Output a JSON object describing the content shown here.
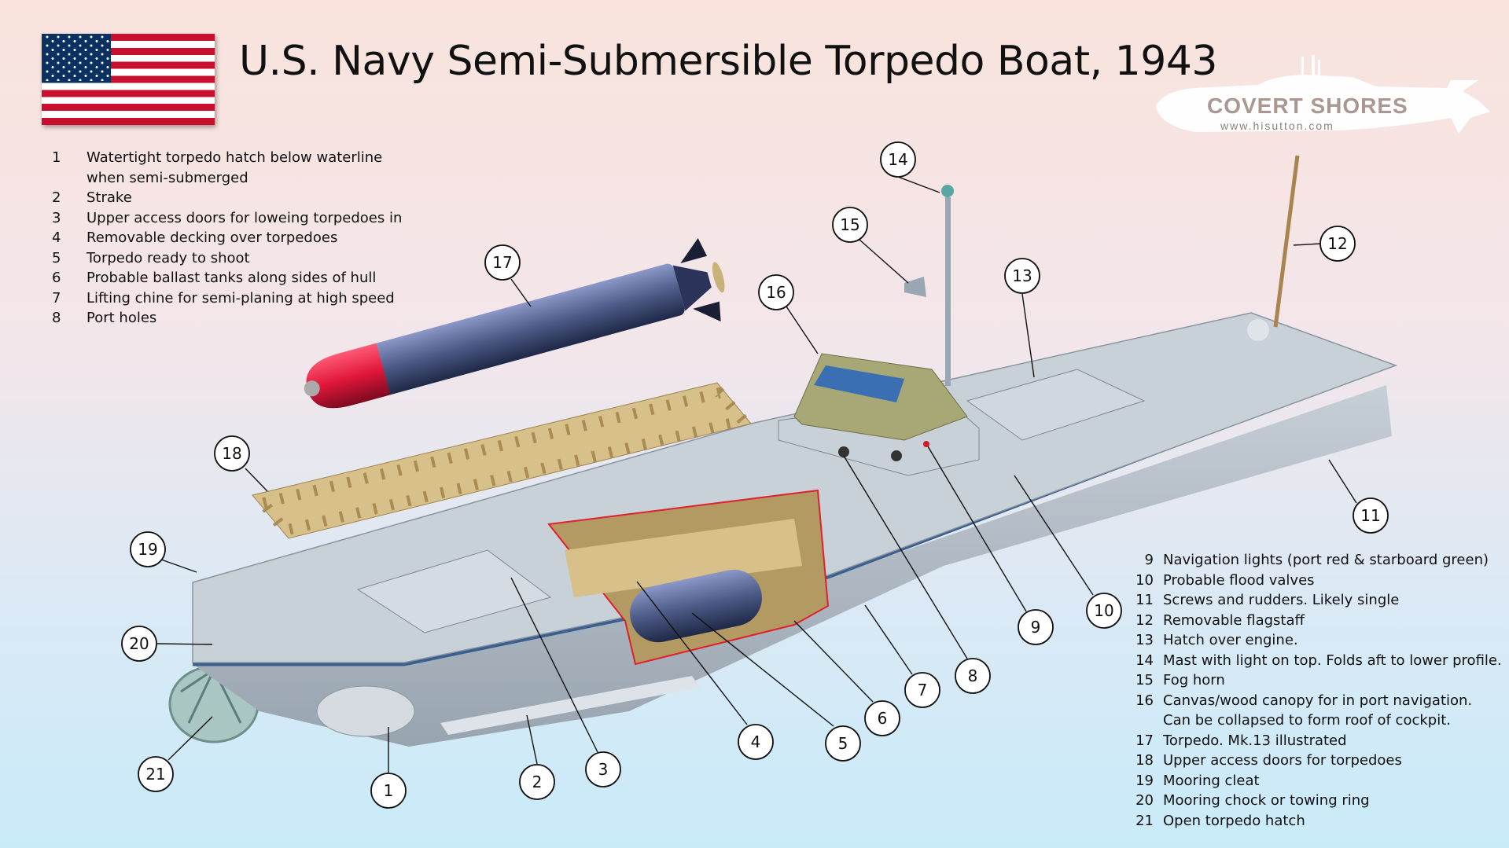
{
  "title": "U.S. Navy Semi-Submersible Torpedo Boat, 1943",
  "logo": {
    "name": "COVERT SHORES",
    "url": "www.hisutton.com"
  },
  "colors": {
    "hull": "#b9c3cc",
    "deck": "#c8d0d8",
    "torpedo_body": "#4c5a86",
    "torpedo_nose": "#e0163a",
    "wood": "#d7c08a",
    "canopy": "#a8a876",
    "cutaway_edge": "#e0202a",
    "chine": "#3d5f8f"
  },
  "legend_left": [
    {
      "num": "1",
      "text": "Watertight torpedo hatch below waterline when semi-submerged"
    },
    {
      "num": "2",
      "text": "Strake"
    },
    {
      "num": "3",
      "text": "Upper access doors for loweing torpedoes in"
    },
    {
      "num": "4",
      "text": "Removable decking over torpedoes"
    },
    {
      "num": "5",
      "text": "Torpedo ready to shoot"
    },
    {
      "num": "6",
      "text": "Probable ballast tanks along sides of hull"
    },
    {
      "num": "7",
      "text": "Lifting chine for semi-planing at high speed"
    },
    {
      "num": "8",
      "text": "Port holes"
    }
  ],
  "legend_right": [
    {
      "num": "9",
      "text": "Navigation lights (port red & starboard green)"
    },
    {
      "num": "10",
      "text": "Probable flood valves"
    },
    {
      "num": "11",
      "text": "Screws and rudders. Likely single"
    },
    {
      "num": "12",
      "text": "Removable flagstaff"
    },
    {
      "num": "13",
      "text": "Hatch over engine."
    },
    {
      "num": "14",
      "text": "Mast with light on top. Folds aft to lower profile."
    },
    {
      "num": "15",
      "text": "Fog horn"
    },
    {
      "num": "16",
      "text": "Canvas/wood canopy for in port navigation. Can be collapsed to form roof of cockpit."
    },
    {
      "num": "17",
      "text": "Torpedo. Mk.13 illustrated"
    },
    {
      "num": "18",
      "text": "Upper access doors for torpedoes"
    },
    {
      "num": "19",
      "text": "Mooring cleat"
    },
    {
      "num": "20",
      "text": "Mooring chock or towing ring"
    },
    {
      "num": "21",
      "text": "Open torpedo hatch"
    }
  ],
  "callouts": [
    "1",
    "2",
    "3",
    "4",
    "5",
    "6",
    "7",
    "8",
    "9",
    "10",
    "11",
    "12",
    "13",
    "14",
    "15",
    "16",
    "17",
    "18",
    "19",
    "20",
    "21"
  ]
}
